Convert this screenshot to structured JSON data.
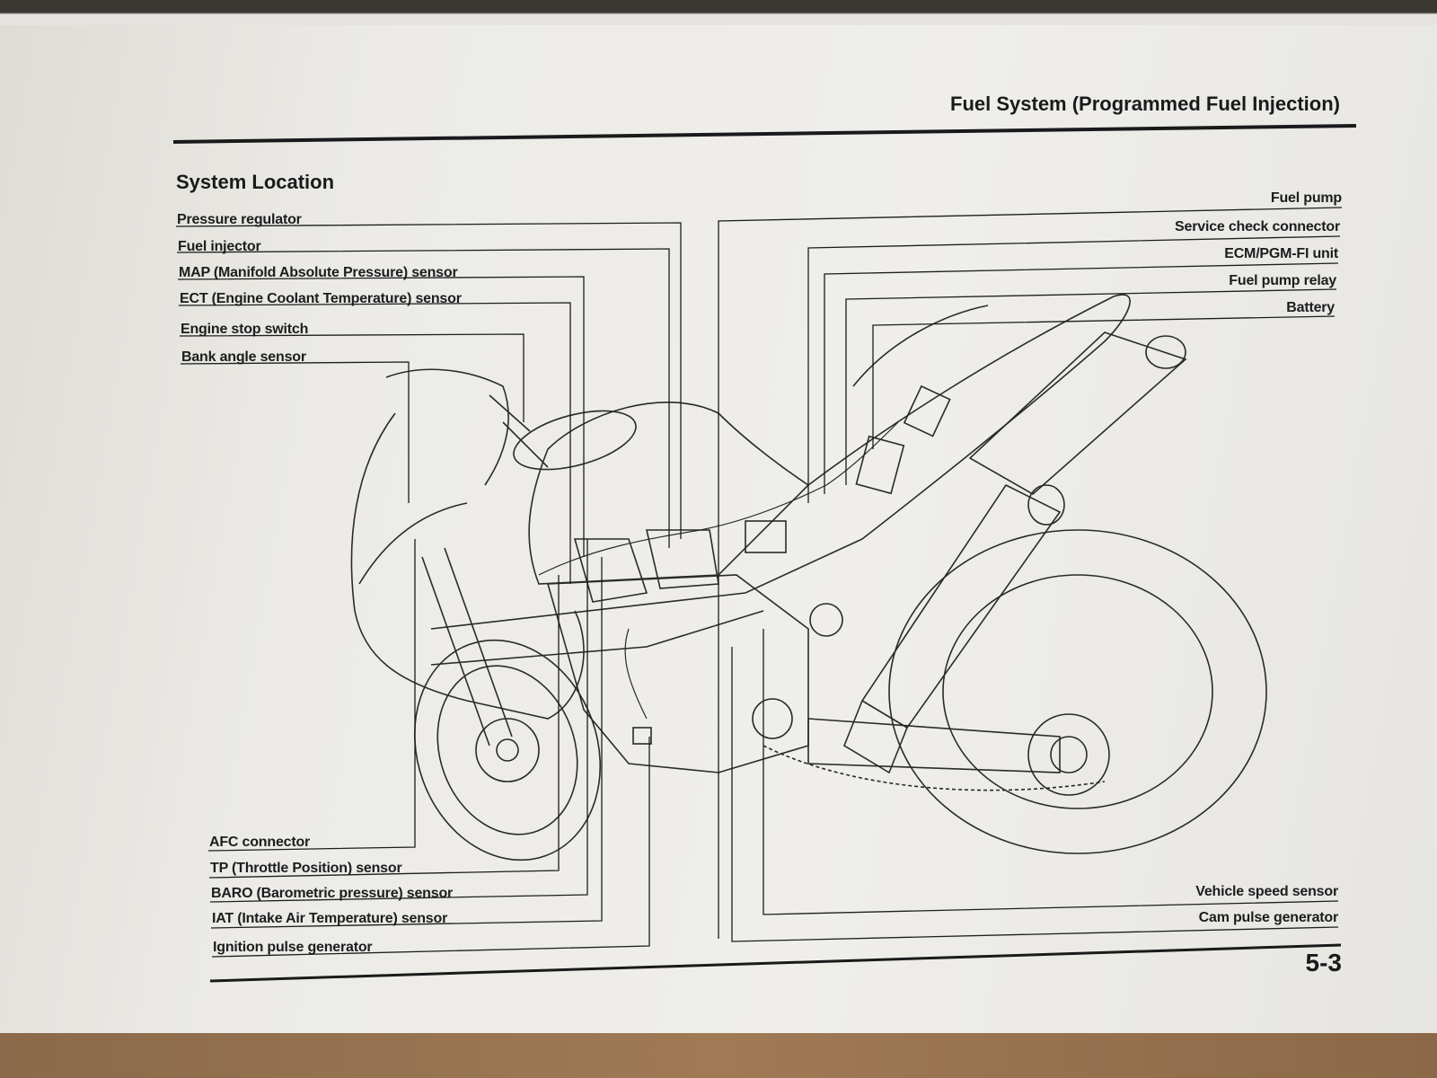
{
  "header": {
    "title": "Fuel System (Programmed Fuel Injection)"
  },
  "section": {
    "title": "System Location"
  },
  "labels_left_top": [
    "Pressure regulator",
    "Fuel injector",
    "MAP (Manifold Absolute Pressure) sensor",
    "ECT (Engine Coolant Temperature) sensor",
    "Engine stop switch",
    "Bank angle sensor"
  ],
  "labels_right_top": [
    "Fuel pump",
    "Service check connector",
    "ECM/PGM-FI unit",
    "Fuel pump relay",
    "Battery"
  ],
  "labels_left_bottom": [
    "AFC connector",
    "TP (Throttle Position) sensor",
    "BARO (Barometric pressure) sensor",
    "IAT (Intake Air Temperature) sensor",
    "Ignition pulse generator"
  ],
  "labels_right_bottom": [
    "Vehicle speed sensor",
    "Cam pulse generator"
  ],
  "footer": {
    "page_number": "5-3"
  },
  "colors": {
    "ink": "#1d1d1f",
    "paper": "#ecebe7"
  }
}
